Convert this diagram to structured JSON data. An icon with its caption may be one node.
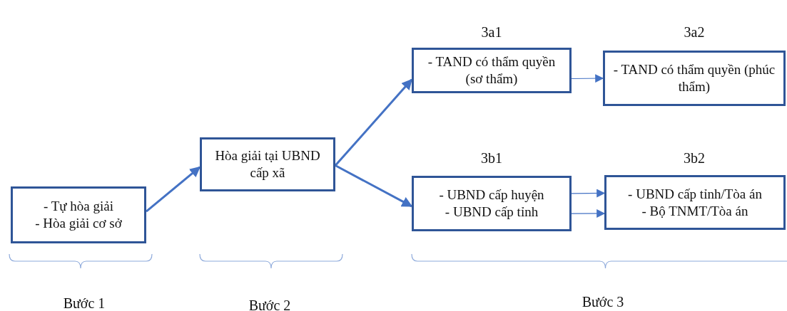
{
  "diagram": {
    "nodes": [
      {
        "text": [
          "- Tự hòa giải",
          "- Hòa giải cơ sở"
        ]
      },
      {
        "text": [
          "Hòa giải tại UBND cấp xã"
        ]
      },
      {
        "text": [
          "- TAND có thẩm quyền (sơ thẩm)"
        ],
        "beside": [
          "3a1"
        ]
      },
      {
        "text": [
          "- TAND có thẩm quyền (phúc thẩm)"
        ],
        "beside": [
          "3a2"
        ]
      },
      {
        "text": [
          "- UBND cấp huyện",
          "- UBND cấp tỉnh"
        ],
        "beside": [
          "3b1"
        ]
      },
      {
        "text": [
          "- UBND cấp tỉnh/Tòa án",
          "- Bộ TNMT/Tòa án"
        ],
        "beside": [
          "3b2"
        ]
      }
    ],
    "edges": [
      {
        "from": 0,
        "to": 1,
        "arrow": "to",
        "style": "thick"
      },
      {
        "from": 1,
        "to": 2,
        "arrow": "to",
        "style": "thick"
      },
      {
        "from": 1,
        "to": 4,
        "arrow": "to",
        "style": "thick"
      },
      {
        "from": 2,
        "to": 3,
        "arrow": "to"
      },
      {
        "from": 4,
        "to": 5,
        "arrow": "to"
      },
      {
        "from": 4,
        "to": 5,
        "arrow": "to"
      }
    ],
    "labels": [
      "Bước 1",
      "Bước 2",
      "Bước 3"
    ]
  }
}
